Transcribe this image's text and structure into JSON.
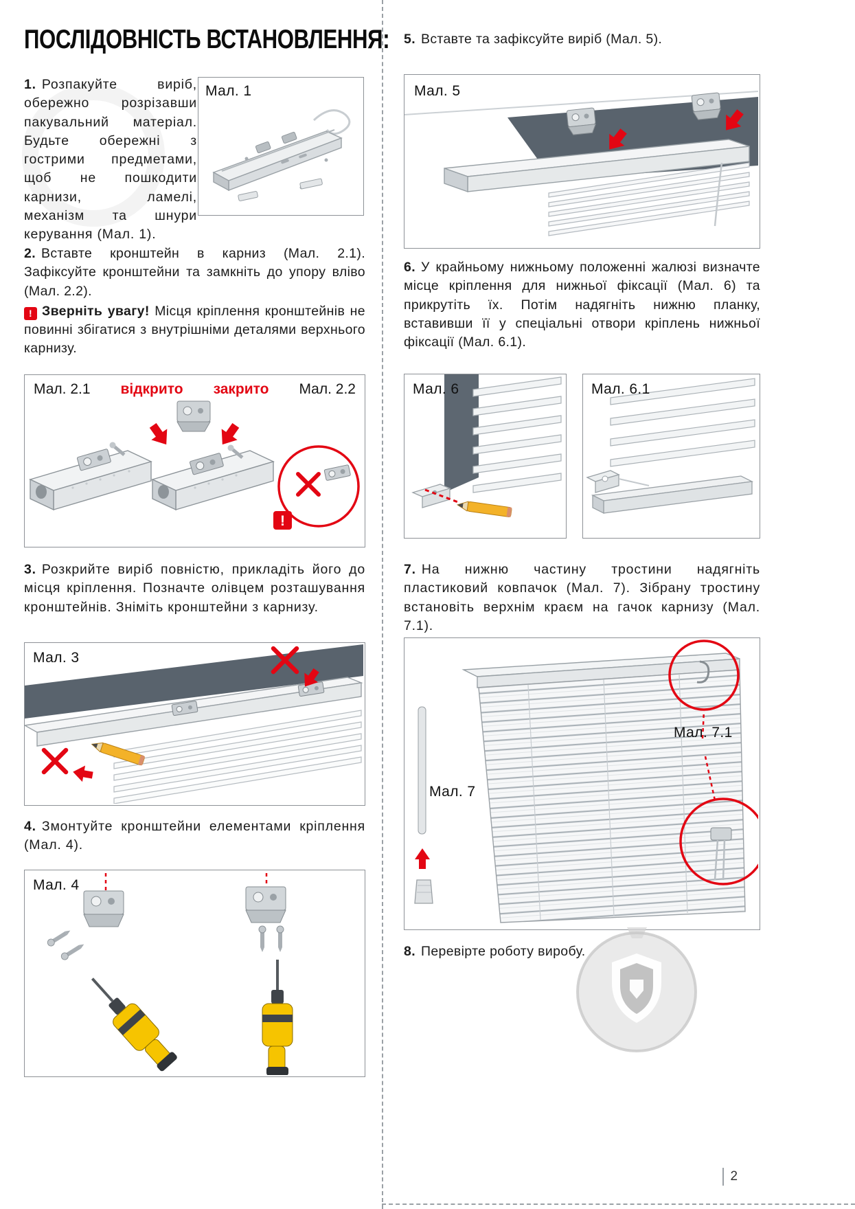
{
  "page": {
    "title": "ПОСЛІДОВНІСТЬ ВСТАНОВЛЕННЯ:",
    "page_number": "2"
  },
  "steps": {
    "s1": {
      "num": "1.",
      "text": "Розпакуйте виріб, обережно розрізавши пакувальний матеріал. Будьте обережні з гострими предметами, щоб не пошкодити карнизи, ламелі, механізм та шнури керування (Мал. 1)."
    },
    "s2": {
      "num": "2.",
      "text": "Вставте кронштейн в карниз (Мал. 2.1). Зафіксуйте кронштейни та замкніть до упору вліво (Мал. 2.2)."
    },
    "s2_warning": {
      "icon": "!",
      "label": "Зверніть увагу!",
      "text": "Місця кріплення кронштейнів не повинні збігатися з внутрішніми деталями верхнього карнизу."
    },
    "s3": {
      "num": "3.",
      "text": "Розкрийте виріб повністю, прикладіть його до місця кріплення. Позначте олівцем розташування кронштейнів. Зніміть кронштейни з карнизу."
    },
    "s4": {
      "num": "4.",
      "text": "Змонтуйте кронштейни елементами кріплення (Мал. 4)."
    },
    "s5": {
      "num": "5.",
      "text": "Вставте та зафіксуйте виріб (Мал. 5)."
    },
    "s6": {
      "num": "6.",
      "text": "У крайньому нижньому положенні жалюзі визначте місце кріплення для нижньої фіксації (Мал. 6) та прикрутіть їх. Потім надягніть нижню планку, вставивши її у спеціальні отвори кріплень нижньої фіксації (Мал. 6.1)."
    },
    "s7": {
      "num": "7.",
      "text": "На нижню частину тростини надягніть пластиковий ковпачок (Мал. 7). Зібрану тростину встановіть верхнім краєм на гачок карнизу (Мал. 7.1)."
    },
    "s8": {
      "num": "8.",
      "text": "Перевірте роботу виробу."
    }
  },
  "figures": {
    "fig1": {
      "label": "Мал. 1"
    },
    "fig2": {
      "label_left": "Мал. 2.1",
      "state_open": "відкрито",
      "state_closed": "закрито",
      "label_right": "Мал. 2.2",
      "exclamation": "!"
    },
    "fig3": {
      "label": "Мал. 3"
    },
    "fig4": {
      "label": "Мал. 4"
    },
    "fig5": {
      "label": "Мал. 5"
    },
    "fig6": {
      "label": "Мал. 6"
    },
    "fig6_1": {
      "label": "Мал. 6.1"
    },
    "fig7": {
      "label": "Мал. 7",
      "callout_label": "Мал. 7.1"
    }
  },
  "colors": {
    "accent_red": "#e30613",
    "dark_panel": "#5d6771",
    "figure_border": "#8d9196"
  }
}
